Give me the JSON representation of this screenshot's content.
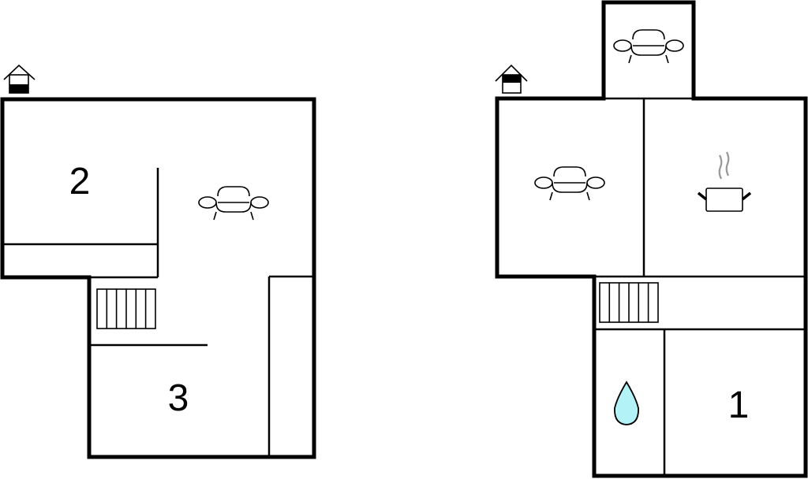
{
  "floors": [
    {
      "name": "upper floor",
      "floor_icon": "house-upper-floor-icon",
      "rooms": [
        {
          "id": "bedroom-2",
          "label": "2"
        },
        {
          "id": "bedroom-3",
          "label": "3"
        },
        {
          "id": "living-area",
          "icon": "sofa-icon"
        },
        {
          "id": "staircase",
          "icon": "stairs-icon"
        }
      ]
    },
    {
      "name": "ground floor",
      "floor_icon": "house-ground-floor-icon",
      "rooms": [
        {
          "id": "bedroom-1",
          "label": "1"
        },
        {
          "id": "living-room",
          "icon": "sofa-icon"
        },
        {
          "id": "annex-living",
          "icon": "sofa-icon"
        },
        {
          "id": "kitchen",
          "icon": "cooking-pot-icon"
        },
        {
          "id": "bathroom",
          "icon": "water-drop-icon"
        },
        {
          "id": "staircase",
          "icon": "stairs-icon"
        }
      ]
    }
  ],
  "colors": {
    "wall": "#000000",
    "water": "#b3f3f7",
    "steam": "#999999"
  }
}
